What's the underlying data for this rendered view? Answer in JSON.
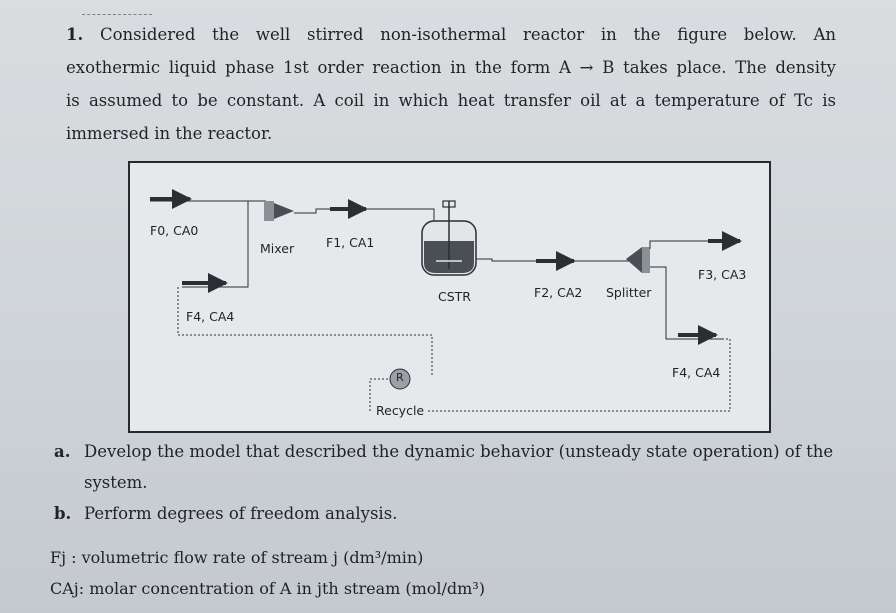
{
  "question": {
    "number": "1.",
    "line1": "Considered the well stirred non-isothermal reactor in the figure below. An",
    "line2": "exothermic liquid phase 1st order reaction in the form A → B takes place. The density",
    "line3": "is assumed to be constant. A coil in which heat transfer oil at a temperature of Tc is",
    "line4": "immersed in the reactor."
  },
  "diagram": {
    "labels": {
      "f0": "F0, CA0",
      "mixer": "Mixer",
      "f1": "F1, CA1",
      "f4_left": "F4, CA4",
      "cstr": "CSTR",
      "f2": "F2, CA2",
      "splitter": "Splitter",
      "f3": "F3, CA3",
      "f4_right": "F4, CA4",
      "recycle_unit": "R",
      "recycle": "Recycle"
    },
    "colors": {
      "tank_fill": "#4a4f55",
      "stream_line": "#2b2f33",
      "arrow": "#2b2f33",
      "frame": "#26292d"
    }
  },
  "tasks": [
    {
      "mark": "a.",
      "text": "Develop the model that described the dynamic behavior (unsteady state operation) of the system."
    },
    {
      "mark": "b.",
      "text": "Perform degrees of freedom analysis."
    }
  ],
  "definitions": {
    "fj": "Fj : volumetric flow rate of stream j (dm³/min)",
    "caj": "CAj: molar concentration of A in jth stream (mol/dm³)"
  }
}
